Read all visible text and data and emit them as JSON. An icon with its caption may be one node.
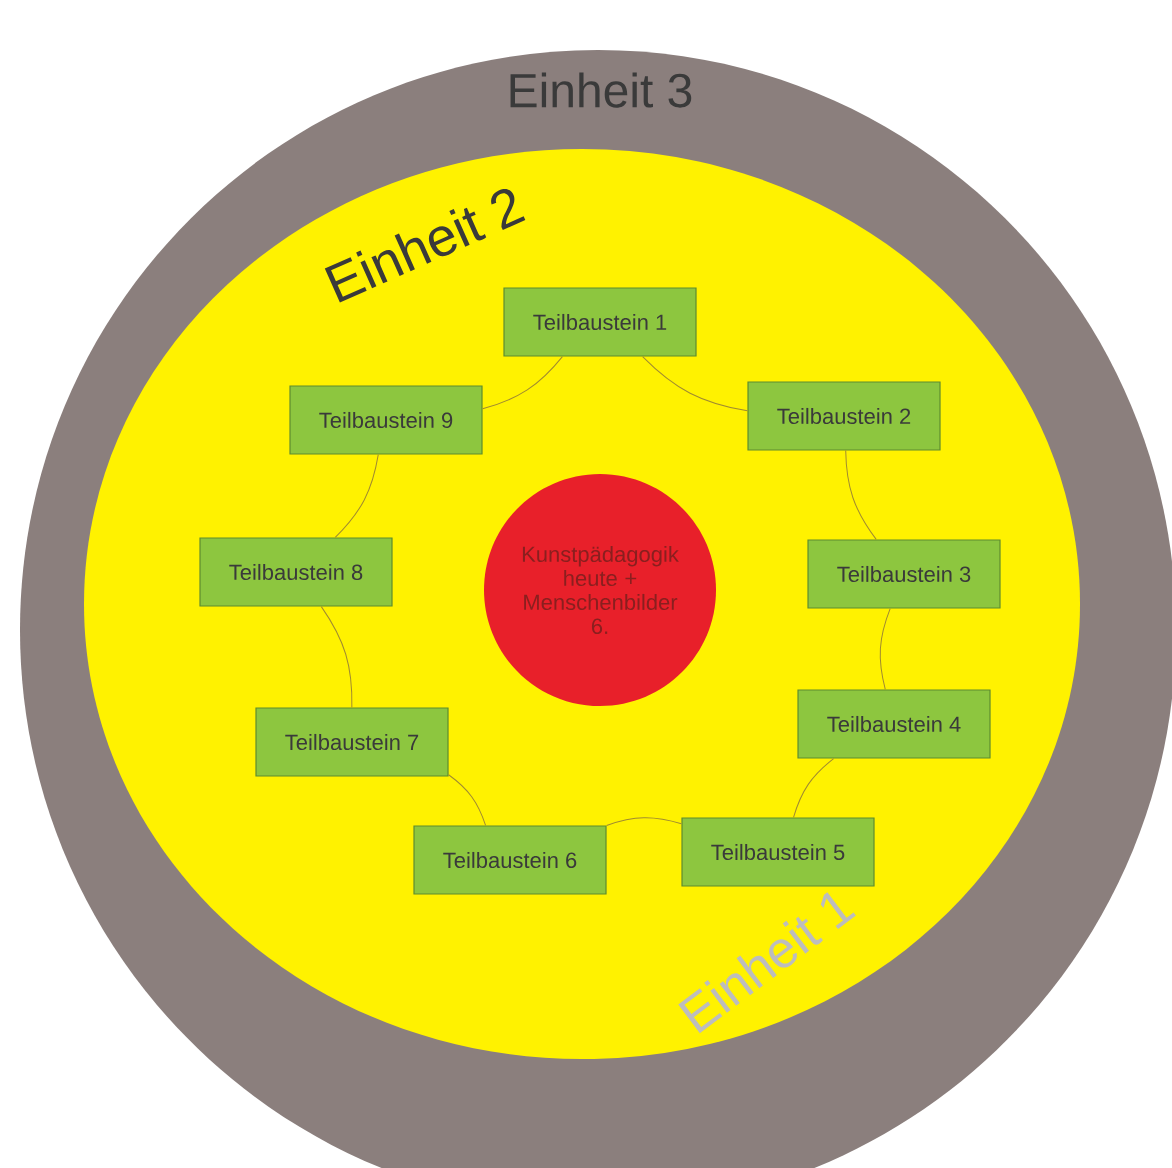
{
  "diagram": {
    "nodes": [
      {
        "text": [
          "Einheit 3"
        ]
      },
      {
        "text": [
          "Einheit 2",
          "Einheit 1"
        ],
        "in": 0
      },
      {
        "text": [
          "Teilbaustein 1"
        ],
        "in": 1
      },
      {
        "text": [
          "Teilbaustein 2"
        ],
        "in": 1
      },
      {
        "text": [
          "Teilbaustein 9"
        ],
        "in": 1
      },
      {
        "text": [
          "Teilbaustein 8"
        ],
        "in": 1
      },
      {
        "text": [
          "Kunstpädagogik heute + Menschenbilder 6."
        ],
        "in": 1
      },
      {
        "text": [
          "Teilbaustein 3"
        ],
        "in": 1
      },
      {
        "text": [
          "Teilbaustein 4"
        ],
        "in": 1
      },
      {
        "text": [
          "Teilbaustein 7"
        ],
        "in": 1
      },
      {
        "text": [
          "Teilbaustein 5"
        ],
        "in": 1
      },
      {
        "text": [
          "Teilbaustein 6"
        ],
        "in": 1
      }
    ],
    "edges": [
      {
        "from": 2,
        "to": 3,
        "arrow": "none"
      },
      {
        "from": 3,
        "to": 7,
        "arrow": "none"
      },
      {
        "from": 7,
        "to": 8,
        "arrow": "none"
      },
      {
        "from": 8,
        "to": 10,
        "arrow": "none"
      },
      {
        "from": 10,
        "to": 11,
        "arrow": "none"
      },
      {
        "from": 11,
        "to": 9,
        "arrow": "none"
      },
      {
        "from": 9,
        "to": 5,
        "arrow": "none"
      },
      {
        "from": 5,
        "to": 4,
        "arrow": "none"
      },
      {
        "from": 4,
        "to": 2,
        "arrow": "none"
      }
    ]
  }
}
